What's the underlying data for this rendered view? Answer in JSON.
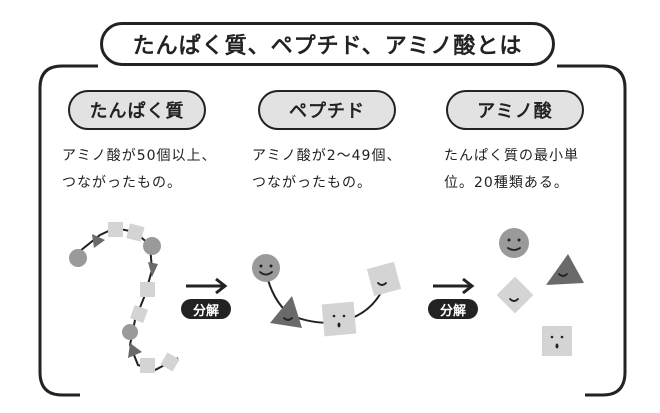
{
  "title": "たんぱく質、ペプチド、アミノ酸とは",
  "columns": [
    {
      "label": "たんぱく質",
      "lines": [
        "アミノ酸が50個以上、",
        "つながったもの。"
      ]
    },
    {
      "label": "ペプチド",
      "lines": [
        "アミノ酸が2～49個、",
        "つながったもの。"
      ]
    },
    {
      "label": "アミノ酸",
      "lines": [
        "たんぱく質の最小単",
        "位。20種類ある。"
      ]
    }
  ],
  "arrows": [
    {
      "label": "分解"
    },
    {
      "label": "分解"
    }
  ],
  "colors": {
    "light": "#d4d4d4",
    "mid": "#9a9a9a",
    "dark": "#6a6a6a",
    "ink": "#222222"
  }
}
